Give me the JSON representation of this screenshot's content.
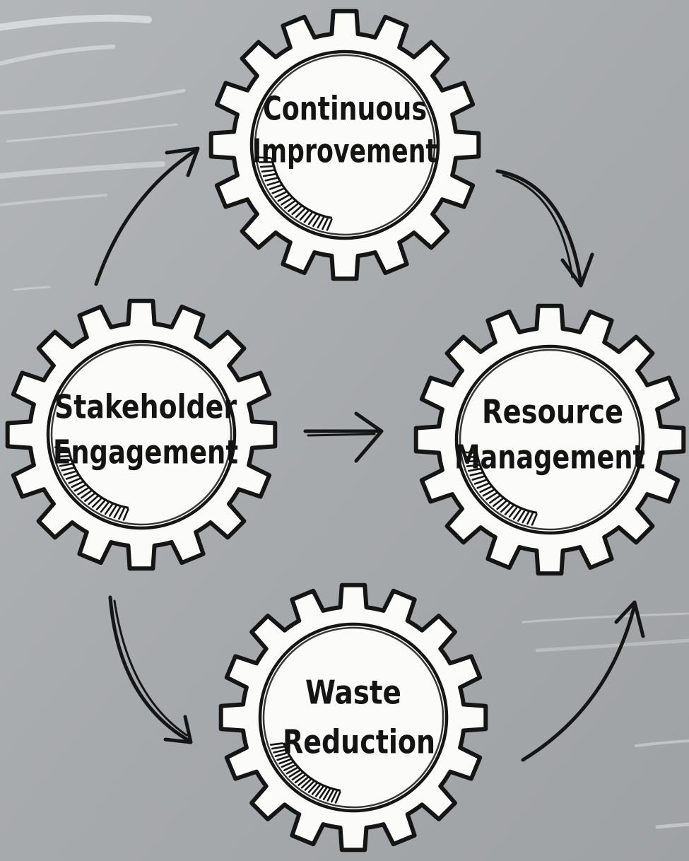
{
  "diagram": {
    "background_color": "#a8abae",
    "gears": [
      {
        "id": "continuous-improvement",
        "lines": [
          "Continuous",
          "Improvement"
        ]
      },
      {
        "id": "resource-management",
        "lines": [
          "Resource",
          "Management"
        ]
      },
      {
        "id": "waste-reduction",
        "lines": [
          "Waste",
          "Reduction"
        ]
      },
      {
        "id": "stakeholder-engagement",
        "lines": [
          "Stakeholder",
          "Engagement"
        ]
      }
    ],
    "arrows": [
      {
        "from": "continuous-improvement",
        "to": "resource-management"
      },
      {
        "from": "stakeholder-engagement",
        "to": "resource-management"
      },
      {
        "from": "waste-reduction",
        "to": "resource-management"
      },
      {
        "from": "stakeholder-engagement",
        "to": "waste-reduction"
      },
      {
        "from": "stakeholder-engagement",
        "to": "continuous-improvement"
      }
    ]
  }
}
